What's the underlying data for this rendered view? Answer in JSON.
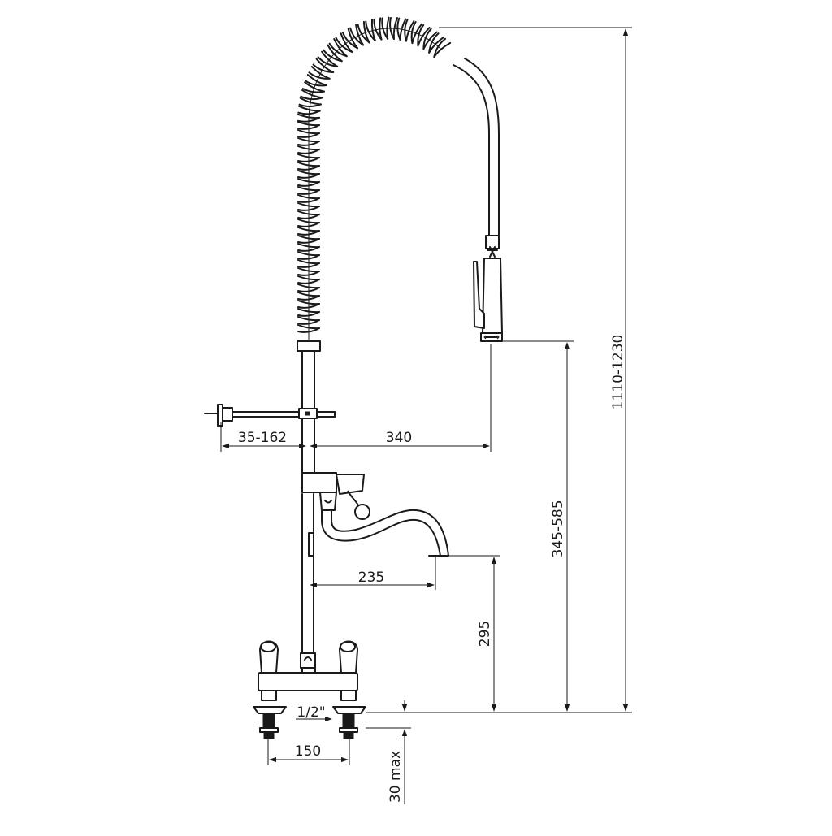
{
  "dimensions": {
    "total_height": "1110-1230",
    "spray_height": "345-585",
    "spout_height": "295",
    "wall_bracket_reach": "35-162",
    "spray_reach": "340",
    "spout_reach": "235",
    "inlet_spacing": "150",
    "inlet_thread": "1/2\"",
    "deck_thickness": "30 max"
  }
}
